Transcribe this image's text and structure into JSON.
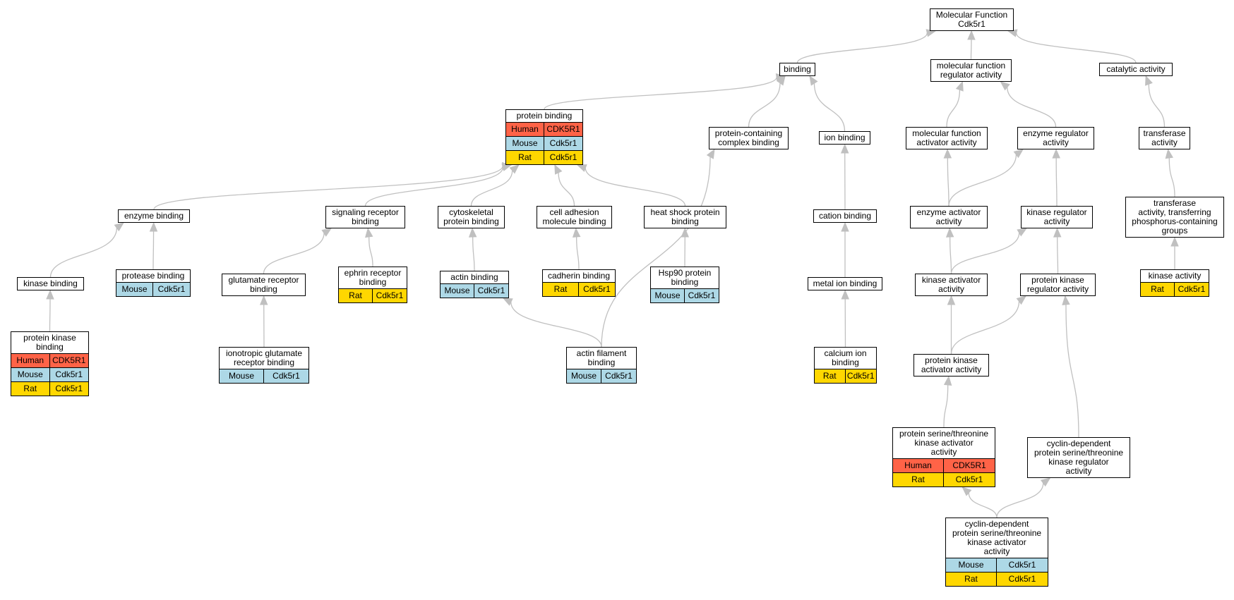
{
  "species_colors": {
    "Human": "#ff6347",
    "Mouse": "#add8e6",
    "Rat": "#ffd700"
  },
  "edge_color": "#c0c0c0",
  "nodes": [
    {
      "id": "mf",
      "label": "Molecular Function\nCdk5r1",
      "rows": []
    },
    {
      "id": "binding",
      "label": "binding",
      "rows": []
    },
    {
      "id": "mfreg",
      "label": "molecular function\nregulator activity",
      "rows": []
    },
    {
      "id": "catalytic",
      "label": "catalytic activity",
      "rows": []
    },
    {
      "id": "protein_binding",
      "label": "protein binding",
      "rows": [
        {
          "species": "Human",
          "gene": "CDK5R1"
        },
        {
          "species": "Mouse",
          "gene": "Cdk5r1"
        },
        {
          "species": "Rat",
          "gene": "Cdk5r1"
        }
      ]
    },
    {
      "id": "pcb",
      "label": "protein-containing\ncomplex binding",
      "rows": []
    },
    {
      "id": "ion_binding",
      "label": "ion binding",
      "rows": []
    },
    {
      "id": "mfact",
      "label": "molecular function\nactivator activity",
      "rows": []
    },
    {
      "id": "enzreg",
      "label": "enzyme regulator\nactivity",
      "rows": []
    },
    {
      "id": "transferase",
      "label": "transferase\nactivity",
      "rows": []
    },
    {
      "id": "enzyme_binding",
      "label": "enzyme binding",
      "rows": []
    },
    {
      "id": "srb",
      "label": "signaling receptor\nbinding",
      "rows": []
    },
    {
      "id": "cytoskel",
      "label": "cytoskeletal\nprotein binding",
      "rows": []
    },
    {
      "id": "cellad",
      "label": "cell adhesion\nmolecule binding",
      "rows": []
    },
    {
      "id": "hsp",
      "label": "heat shock protein\nbinding",
      "rows": []
    },
    {
      "id": "cation",
      "label": "cation binding",
      "rows": []
    },
    {
      "id": "enzact",
      "label": "enzyme activator\nactivity",
      "rows": []
    },
    {
      "id": "kinreg",
      "label": "kinase regulator\nactivity",
      "rows": []
    },
    {
      "id": "tphos",
      "label": "transferase\nactivity, transferring\nphosphorus-containing\ngroups",
      "rows": []
    },
    {
      "id": "kinase_binding",
      "label": "kinase binding",
      "rows": []
    },
    {
      "id": "protease",
      "label": "protease binding",
      "rows": [
        {
          "species": "Mouse",
          "gene": "Cdk5r1"
        }
      ]
    },
    {
      "id": "glur",
      "label": "glutamate receptor\nbinding",
      "rows": []
    },
    {
      "id": "ephrin",
      "label": "ephrin receptor\nbinding",
      "rows": [
        {
          "species": "Rat",
          "gene": "Cdk5r1"
        }
      ]
    },
    {
      "id": "actin",
      "label": "actin binding",
      "rows": [
        {
          "species": "Mouse",
          "gene": "Cdk5r1"
        }
      ]
    },
    {
      "id": "cadherin",
      "label": "cadherin binding",
      "rows": [
        {
          "species": "Rat",
          "gene": "Cdk5r1"
        }
      ]
    },
    {
      "id": "hsp90",
      "label": "Hsp90 protein\nbinding",
      "rows": [
        {
          "species": "Mouse",
          "gene": "Cdk5r1"
        }
      ]
    },
    {
      "id": "metal",
      "label": "metal ion binding",
      "rows": []
    },
    {
      "id": "kinact",
      "label": "kinase activator\nactivity",
      "rows": []
    },
    {
      "id": "pkreg",
      "label": "protein kinase\nregulator activity",
      "rows": []
    },
    {
      "id": "kinase_activity",
      "label": "kinase activity",
      "rows": [
        {
          "species": "Rat",
          "gene": "Cdk5r1"
        }
      ]
    },
    {
      "id": "pkb",
      "label": "protein kinase\nbinding",
      "rows": [
        {
          "species": "Human",
          "gene": "CDK5R1"
        },
        {
          "species": "Mouse",
          "gene": "Cdk5r1"
        },
        {
          "species": "Rat",
          "gene": "Cdk5r1"
        }
      ]
    },
    {
      "id": "iglur",
      "label": "ionotropic glutamate\nreceptor binding",
      "rows": [
        {
          "species": "Mouse",
          "gene": "Cdk5r1"
        }
      ]
    },
    {
      "id": "actinfil",
      "label": "actin filament\nbinding",
      "rows": [
        {
          "species": "Mouse",
          "gene": "Cdk5r1"
        }
      ]
    },
    {
      "id": "calcium",
      "label": "calcium ion\nbinding",
      "rows": [
        {
          "species": "Rat",
          "gene": "Cdk5r1"
        }
      ]
    },
    {
      "id": "pkact",
      "label": "protein kinase\nactivator activity",
      "rows": []
    },
    {
      "id": "pstkact",
      "label": "protein serine/threonine\nkinase activator\nactivity",
      "rows": [
        {
          "species": "Human",
          "gene": "CDK5R1"
        },
        {
          "species": "Rat",
          "gene": "Cdk5r1"
        }
      ]
    },
    {
      "id": "cdpstkreg",
      "label": "cyclin-dependent\nprotein serine/threonine\nkinase regulator\nactivity",
      "rows": []
    },
    {
      "id": "cdpstkact",
      "label": "cyclin-dependent\nprotein serine/threonine\nkinase activator\nactivity",
      "rows": [
        {
          "species": "Mouse",
          "gene": "Cdk5r1"
        },
        {
          "species": "Rat",
          "gene": "Cdk5r1"
        }
      ]
    }
  ],
  "edges": [
    [
      "binding",
      "mf"
    ],
    [
      "mfreg",
      "mf"
    ],
    [
      "catalytic",
      "mf"
    ],
    [
      "protein_binding",
      "binding"
    ],
    [
      "pcb",
      "binding"
    ],
    [
      "ion_binding",
      "binding"
    ],
    [
      "mfact",
      "mfreg"
    ],
    [
      "enzreg",
      "mfreg"
    ],
    [
      "transferase",
      "catalytic"
    ],
    [
      "enzyme_binding",
      "protein_binding"
    ],
    [
      "srb",
      "protein_binding"
    ],
    [
      "cytoskel",
      "protein_binding"
    ],
    [
      "cellad",
      "protein_binding"
    ],
    [
      "hsp",
      "protein_binding"
    ],
    [
      "cation",
      "ion_binding"
    ],
    [
      "enzact",
      "mfact"
    ],
    [
      "enzact",
      "enzreg"
    ],
    [
      "kinreg",
      "enzreg"
    ],
    [
      "tphos",
      "transferase"
    ],
    [
      "kinase_binding",
      "enzyme_binding"
    ],
    [
      "protease",
      "enzyme_binding"
    ],
    [
      "glur",
      "srb"
    ],
    [
      "ephrin",
      "srb"
    ],
    [
      "actin",
      "cytoskel"
    ],
    [
      "cadherin",
      "cellad"
    ],
    [
      "hsp90",
      "hsp"
    ],
    [
      "metal",
      "cation"
    ],
    [
      "kinact",
      "enzact"
    ],
    [
      "kinact",
      "kinreg"
    ],
    [
      "pkreg",
      "kinreg"
    ],
    [
      "kinase_activity",
      "tphos"
    ],
    [
      "pkb",
      "kinase_binding"
    ],
    [
      "iglur",
      "glur"
    ],
    [
      "actinfil",
      "actin"
    ],
    [
      "actinfil",
      "pcb"
    ],
    [
      "calcium",
      "metal"
    ],
    [
      "pkact",
      "kinact"
    ],
    [
      "pkact",
      "pkreg"
    ],
    [
      "pstkact",
      "pkact"
    ],
    [
      "cdpstkreg",
      "pkreg"
    ],
    [
      "cdpstkact",
      "pstkact"
    ],
    [
      "cdpstkact",
      "cdpstkreg"
    ]
  ]
}
